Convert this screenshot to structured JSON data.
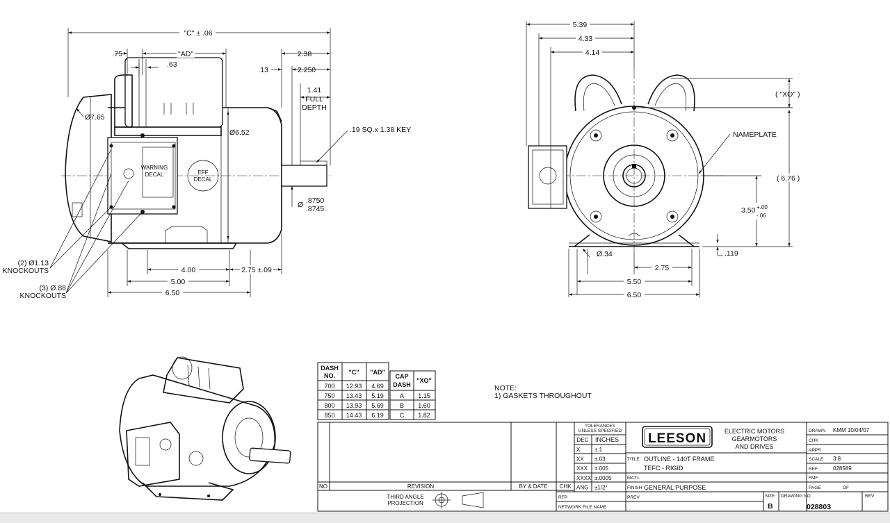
{
  "side_view": {
    "dim_c": "\"C\" ± .06",
    "dim_ad": "\"AD\"",
    "dim_075": ".75",
    "dim_063": ".63",
    "dim_013": ".13",
    "dim_238": "2.38",
    "dim_2250": "2.250",
    "dim_141": "1.41",
    "full_label": "FULL",
    "depth_label": "DEPTH",
    "dia_765": "Ø7.65",
    "dia_652": "Ø6.52",
    "key_note": ".19 SQ.x 1.38 KEY",
    "warning_line1": "WARNING",
    "warning_line2": "DECAL",
    "eff_line1": "EFF",
    "eff_line2": "DECAL",
    "shaft_dia_symbol": "Ø",
    "shaft_dia_1": ".8750",
    "shaft_dia_2": ".8745",
    "knock_1_line1": "(2) Ø1.13",
    "knock_1_line2": "KNOCKOUTS",
    "knock_2_line1": "(3) Ø.88",
    "knock_2_line2": "KNOCKOUTS",
    "dim_400": "4.00",
    "dim_275_tol": "2.75 ±.09",
    "dim_500": "5.00",
    "dim_650": "6.50"
  },
  "end_view": {
    "dim_539": "5.39",
    "dim_433": "4.33",
    "dim_414": "4.14",
    "xo": "( \"XO\" )",
    "nameplate": "NAMEPLATE",
    "dim_676": "( 6.76 )",
    "dim_350": "3.50",
    "tol_plus": "+.00",
    "tol_minus": "-.06",
    "dia_034": "Ø.34",
    "dim_275": "2.75",
    "dim_0119": ".119",
    "dim_550": "5.50",
    "dim_650": "6.50"
  },
  "dash_table": {
    "headers": [
      "DASH NO.",
      "\"C\"",
      "\"AD\""
    ],
    "rows": [
      [
        "700",
        "12.93",
        "4.69"
      ],
      [
        "750",
        "13.43",
        "5.19"
      ],
      [
        "800",
        "13.93",
        "5.69"
      ],
      [
        "850",
        "14.43",
        "6.19"
      ]
    ]
  },
  "cap_table": {
    "headers": [
      "CAP DASH",
      "\"XO\""
    ],
    "rows": [
      [
        "A",
        "1.15"
      ],
      [
        "B",
        "1.60"
      ],
      [
        "C",
        "1.82"
      ]
    ]
  },
  "note": {
    "title": "NOTE:",
    "line1": "1) GASKETS THROUGHOUT"
  },
  "title_block": {
    "no": "NO",
    "revision": "REVISION",
    "by_date": "BY & DATE",
    "chk": "CHK",
    "projection_line1": "THIRD ANGLE",
    "projection_line2": "PROJECTION",
    "tolerances_line1": "TOLERANCES",
    "tolerances_line2": "UNLESS SPECIFIED",
    "dec": "DEC",
    "inches": "INCHES",
    "tol_rows": [
      [
        "X",
        "±.1"
      ],
      [
        "XX",
        "±.03"
      ],
      [
        "XXX",
        "±.005"
      ],
      [
        "XXXX",
        "±.0005"
      ],
      [
        "ANG",
        "±1/2°"
      ]
    ],
    "company_logo": "LEESON",
    "company_line1": "ELECTRIC MOTORS",
    "company_line2": "GEARMOTORS",
    "company_line3": "AND DRIVES",
    "title_label": "TITLE",
    "title_line1": "OUTLINE - 140T FRAME",
    "title_line2": "TEFC - RIGID",
    "matl_label": "MAT'L",
    "finish_label": "FINISH",
    "finish_value": "GENERAL PURPOSE",
    "rfp_label": "RFP",
    "prev_label": "PREV",
    "network_label": "NETWORK FILE NAME",
    "size_label": "SIZE",
    "size_value": "B",
    "drawing_no_label": "DRAWING NO",
    "drawing_no_value": "028803",
    "rev_label": "REV",
    "drawn_label": "DRAWN",
    "drawn_value": "KMM 10/04/07",
    "chk_label": "CHK",
    "appr_label": "APPR",
    "scale_label": "SCALE",
    "scale_value": "3:8",
    "ref_label": "REF",
    "ref_value": "028589",
    "fmf_label": "FMF",
    "page_label": "PAGE",
    "of_label": "OF"
  }
}
